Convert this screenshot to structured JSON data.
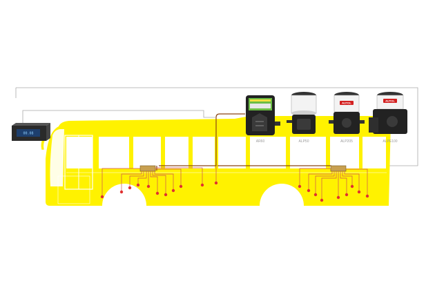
{
  "controller": {
    "display": "00.08",
    "icon": "digital-controller-icon"
  },
  "pumps": [
    {
      "label": "AR60",
      "icon": "lubrication-pump-icon"
    },
    {
      "label": "ALP50",
      "icon": "lubrication-pump-icon"
    },
    {
      "label": "ALP205",
      "icon": "lubrication-pump-icon",
      "brand": "AUTOL"
    },
    {
      "label": "ALPE100",
      "icon": "lubrication-pump-icon",
      "brand": "AUTOL"
    }
  ],
  "colors": {
    "bus_body": "#fff200",
    "window": "#ffffff",
    "wheel": "#ffffff",
    "supply_line": "#8b4513",
    "grease_point": "#e03030",
    "feed_line": "#d05050",
    "wire": "#9e9e9e",
    "pump_body": "#222222",
    "pump_accent_green": "#6cbd45"
  }
}
